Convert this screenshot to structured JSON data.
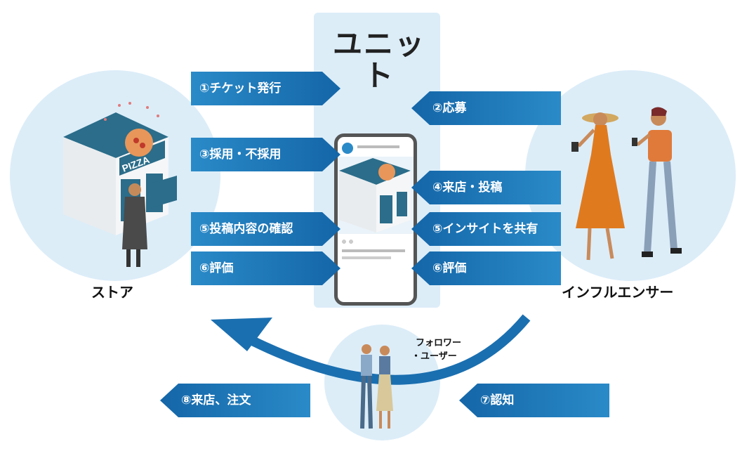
{
  "logo": {
    "text": "ユニット"
  },
  "store": {
    "label": "ストア",
    "sign": "PIZZA"
  },
  "influencer": {
    "label": "インフルエンサー"
  },
  "followers": {
    "line1": "フォロワー",
    "line2": "・ユーザー"
  },
  "steps": {
    "s1": "①チケット発行",
    "s2": "②応募",
    "s3": "③採用・不採用",
    "s4": "④来店・投稿",
    "s5a": "⑤投稿内容の確認",
    "s5b": "⑤インサイトを共有",
    "s6a": "⑥評価",
    "s6b": "⑥評価",
    "s7": "⑦認知",
    "s8": "⑧来店、注文"
  },
  "colors": {
    "arrow_dark": "#1466a8",
    "arrow_light": "#2a8ac8",
    "bg_circle": "#dcedf8"
  }
}
